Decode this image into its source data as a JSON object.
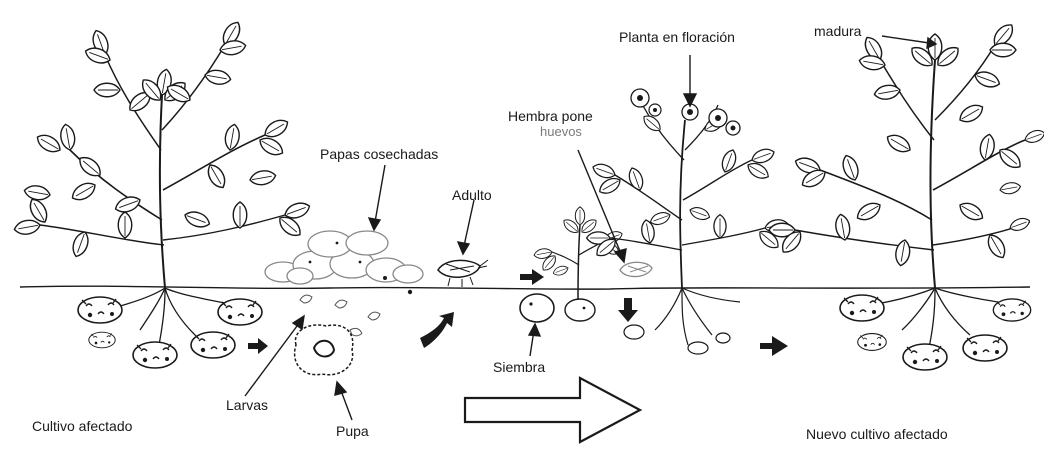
{
  "labels": {
    "planta_madura": "madura",
    "planta_floracion": "Planta en floración",
    "hembra_pone": "Hembra pone",
    "huevos": "huevos",
    "papas_cosechadas": "Papas cosechadas",
    "adulto": "Adulto",
    "siembra": "Siembra",
    "larvas": "Larvas",
    "pupa": "Pupa",
    "cultivo_afectado": "Cultivo afectado",
    "nuevo_cultivo_afectado": "Nuevo cultivo afectado"
  },
  "icons": {
    "arrow": "arrow-icon",
    "big_arrow": "hollow-right-arrow-icon"
  },
  "colors": {
    "ink": "#1a1a1a",
    "soft_ink": "#7a7a7a",
    "background": "#ffffff"
  }
}
